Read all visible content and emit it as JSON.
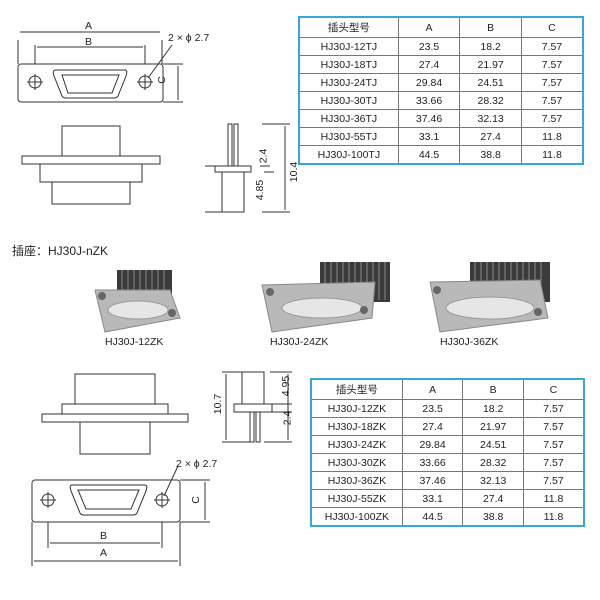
{
  "top_table": {
    "headers": [
      "插头型号",
      "A",
      "B",
      "C"
    ],
    "rows": [
      [
        "HJ30J-12TJ",
        "23.5",
        "18.2",
        "7.57"
      ],
      [
        "HJ30J-18TJ",
        "27.4",
        "21.97",
        "7.57"
      ],
      [
        "HJ30J-24TJ",
        "29.84",
        "24.51",
        "7.57"
      ],
      [
        "HJ30J-30TJ",
        "33.66",
        "28.32",
        "7.57"
      ],
      [
        "HJ30J-36TJ",
        "37.46",
        "32.13",
        "7.57"
      ],
      [
        "HJ30J-55TJ",
        "33.1",
        "27.4",
        "11.8"
      ],
      [
        "HJ30J-100TJ",
        "44.5",
        "38.8",
        "11.8"
      ]
    ]
  },
  "bottom_table": {
    "headers": [
      "插头型号",
      "A",
      "B",
      "C"
    ],
    "rows": [
      [
        "HJ30J-12ZK",
        "23.5",
        "18.2",
        "7.57"
      ],
      [
        "HJ30J-18ZK",
        "27.4",
        "21.97",
        "7.57"
      ],
      [
        "HJ30J-24ZK",
        "29.84",
        "24.51",
        "7.57"
      ],
      [
        "HJ30J-30ZK",
        "33.66",
        "28.32",
        "7.57"
      ],
      [
        "HJ30J-36ZK",
        "37.46",
        "32.13",
        "7.57"
      ],
      [
        "HJ30J-55ZK",
        "33.1",
        "27.4",
        "11.8"
      ],
      [
        "HJ30J-100ZK",
        "44.5",
        "38.8",
        "11.8"
      ]
    ]
  },
  "section_title": "插座：HJ30J-nZK",
  "photo_labels": [
    "HJ30J-12ZK",
    "HJ30J-24ZK",
    "HJ30J-36ZK"
  ],
  "dims": {
    "a": "A",
    "b": "B",
    "c": "C",
    "holes": "2 × ϕ 2.7",
    "top_side_small": "2.4",
    "top_side_mid": "4.85",
    "top_side_total": "10.4",
    "bottom_side_small": "4.95",
    "bottom_side_mid": "2.4",
    "bottom_side_total": "10.7"
  },
  "colors": {
    "table_border": "#37a7d6"
  }
}
